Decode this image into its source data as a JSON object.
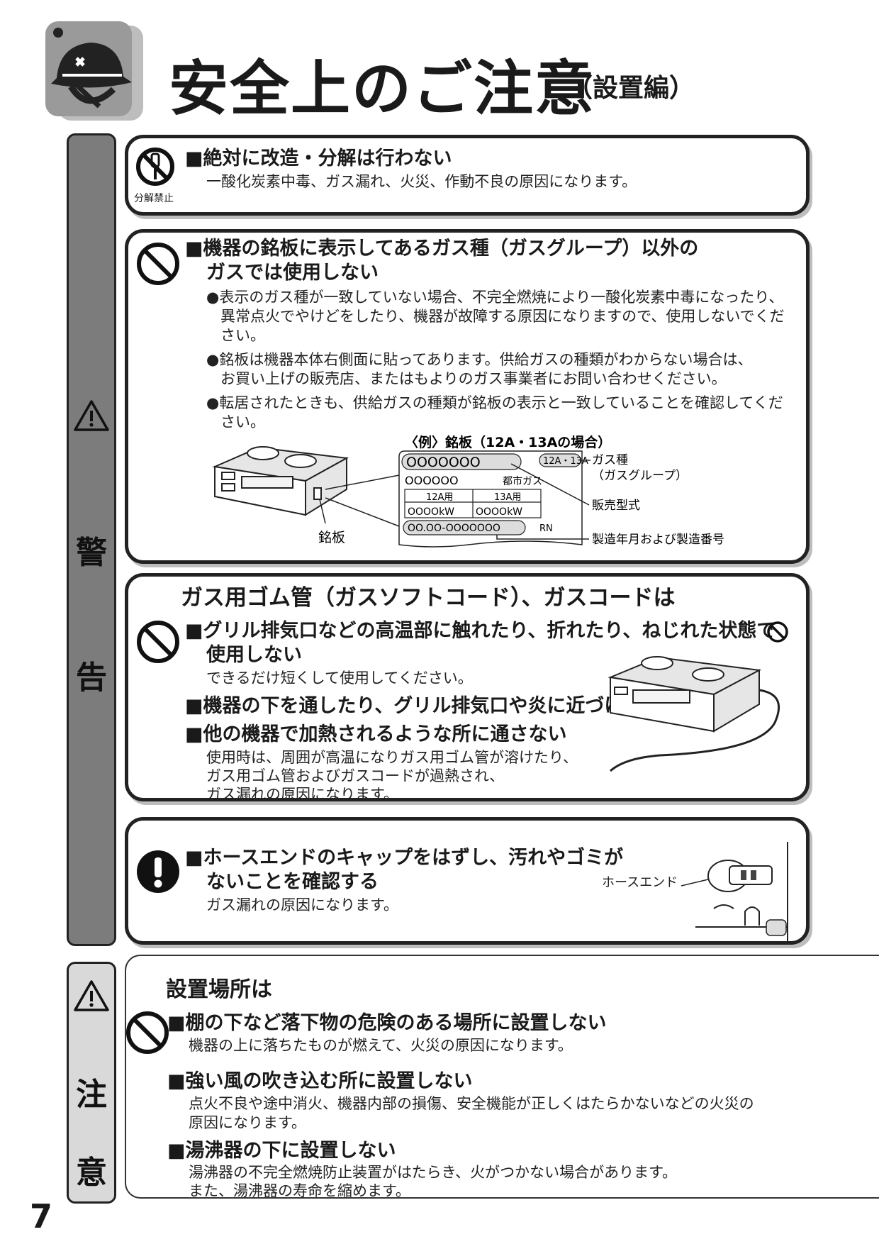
{
  "header": {
    "title": "安全上のご注意",
    "subtitle": "（設置編）"
  },
  "side_tabs": {
    "warning": {
      "char1": "警",
      "char2": "告"
    },
    "caution": {
      "char1": "注",
      "char2": "意"
    }
  },
  "box1": {
    "icon_caption": "分解禁止",
    "heading": "■絶対に改造・分解は行わない",
    "body": "一酸化炭素中毒、ガス漏れ、火災、作動不良の原因になります。"
  },
  "box2": {
    "heading_line1": "■機器の銘板に表示してあるガス種（ガスグループ）以外の",
    "heading_line2": "ガスでは使用しない",
    "bullets": [
      [
        "●表示のガス種が一致していない場合、不完全燃焼により一酸化炭素中毒になったり、",
        "異常点火でやけどをしたり、機器が故障する原因になりますので、使用しないでくだ",
        "さい。"
      ],
      [
        "●銘板は機器本体右側面に貼ってあります。供給ガスの種類がわからない場合は、",
        "お買い上げの販売店、またはもよりのガス事業者にお問い合わせください。"
      ],
      [
        "●転居されたときも、供給ガスの種類が銘板の表示と一致していることを確認してくだ",
        "さい。"
      ]
    ],
    "diagram": {
      "caption": "〈例〉銘板（12A・13Aの場合）",
      "stove_label": "銘板",
      "plate_top": "OOOOOOO",
      "plate_model": "OOOOOO",
      "plate_city_gas": "都市ガス",
      "gas_type_badge": "12A・13A",
      "col1_header": "12A用",
      "col2_header": "13A用",
      "col1_value": "OOOOkW",
      "col2_value": "OOOOkW",
      "serial": "OO.OO-OOOOOOO",
      "serial_suffix": "RN",
      "callout_gas_type_1": "ガス種",
      "callout_gas_type_2": "（ガスグループ）",
      "callout_model": "販売型式",
      "callout_serial": "製造年月および製造番号"
    }
  },
  "box3": {
    "section_title": "ガス用ゴム管（ガスソフトコード）、ガスコードは",
    "item1_line1": "■グリル排気口などの高温部に触れたり、折れたり、ねじれた状態で",
    "item1_line2": "使用しない",
    "item1_body": "できるだけ短くして使用してください。",
    "item2_heading": "■機器の下を通したり、グリル排気口や炎に近づけない",
    "item3_heading": "■他の機器で加熱されるような所に通さない",
    "item3_body": [
      "使用時は、周囲が高温になりガス用ゴム管が溶けたり、",
      "ガス用ゴム管およびガスコードが過熱され、",
      "ガス漏れの原因になります。"
    ]
  },
  "box4": {
    "heading_line1": "■ホースエンドのキャップをはずし、汚れやゴミが",
    "heading_line2": "ないことを確認する",
    "body": "ガス漏れの原因になります。",
    "hose_label": "ホースエンド"
  },
  "box5": {
    "section_title": "設置場所は",
    "item1_heading": "■棚の下など落下物の危険のある場所に設置しない",
    "item1_body": "機器の上に落ちたものが燃えて、火災の原因になります。",
    "item2_heading": "■強い風の吹き込む所に設置しない",
    "item2_body": [
      "点火不良や途中消火、機器内部の損傷、安全機能が正しくはたらかないなどの火災の",
      "原因になります。"
    ],
    "item3_heading": "■湯沸器の下に設置しない",
    "item3_body": [
      "湯沸器の不完全燃焼防止装置がはたらき、火がつかない場合があります。",
      "また、湯沸器の寿命を縮めます。"
    ]
  },
  "page_number": "7"
}
